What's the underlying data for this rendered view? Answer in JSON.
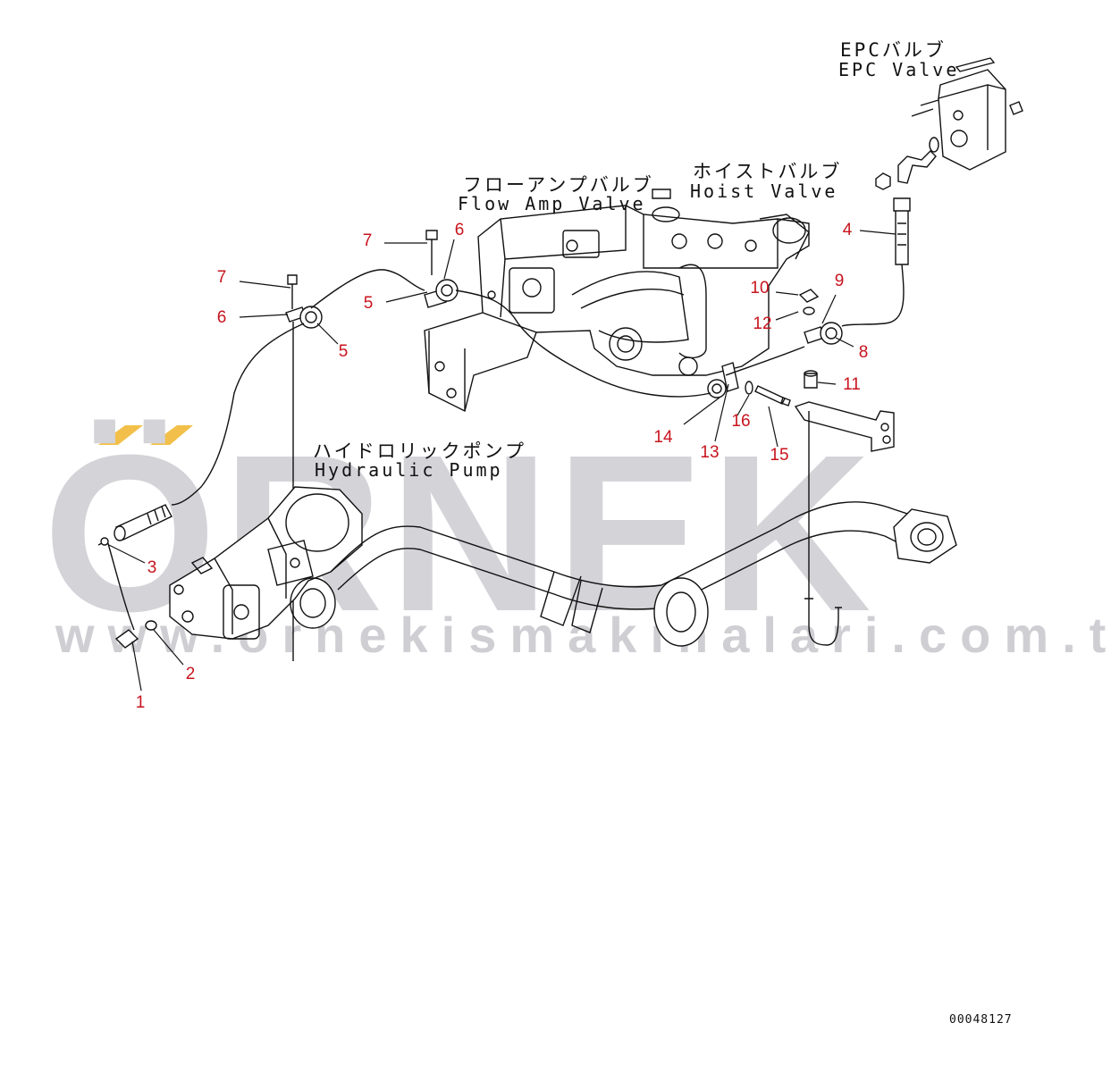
{
  "watermark": {
    "brand": "ÖRNEK",
    "url": "www.ornekismakinalari.com.tr",
    "color": "#d4d3d8",
    "accent": "#f2c04a"
  },
  "labels": {
    "epc_jp": "EPCバルブ",
    "epc_en": "EPC Valve",
    "flow_jp": "フローアンプバルブ",
    "flow_en": "Flow Amp Valve",
    "hoist_jp": "ホイストバルブ",
    "hoist_en": "Hoist Valve",
    "pump_jp": "ハイドロリックポンプ",
    "pump_en": "Hydraulic Pump"
  },
  "callouts": [
    "7",
    "6",
    "7",
    "6",
    "5",
    "5",
    "4",
    "9",
    "10",
    "12",
    "8",
    "11",
    "14",
    "16",
    "13",
    "15",
    "3",
    "2",
    "1"
  ],
  "drawing_number": "00048127",
  "colors": {
    "callout": "#c8141e",
    "line": "#111111"
  }
}
